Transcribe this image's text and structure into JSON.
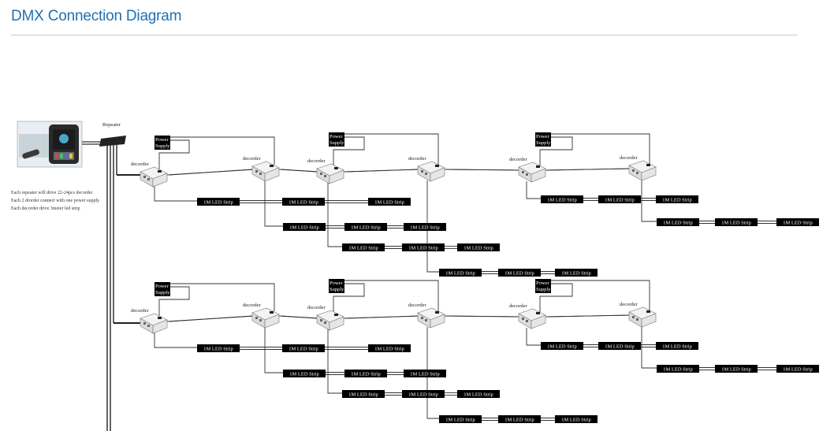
{
  "page": {
    "title": "DMX Connection Diagram"
  },
  "labels": {
    "repeater": "Repeater",
    "decoder": "decorder",
    "power_supply_line1": "Power",
    "power_supply_line2": "Supply",
    "strip": "1M LED Strip"
  },
  "notes": [
    "Each repeater will drive 22-24pcs decorder",
    "Each 2 drorder connect with one power supply",
    "Each decorder drive 3meter led strip"
  ],
  "colors": {
    "title": "#1f6fb2",
    "wire": "#333333",
    "strip": "#000000"
  }
}
